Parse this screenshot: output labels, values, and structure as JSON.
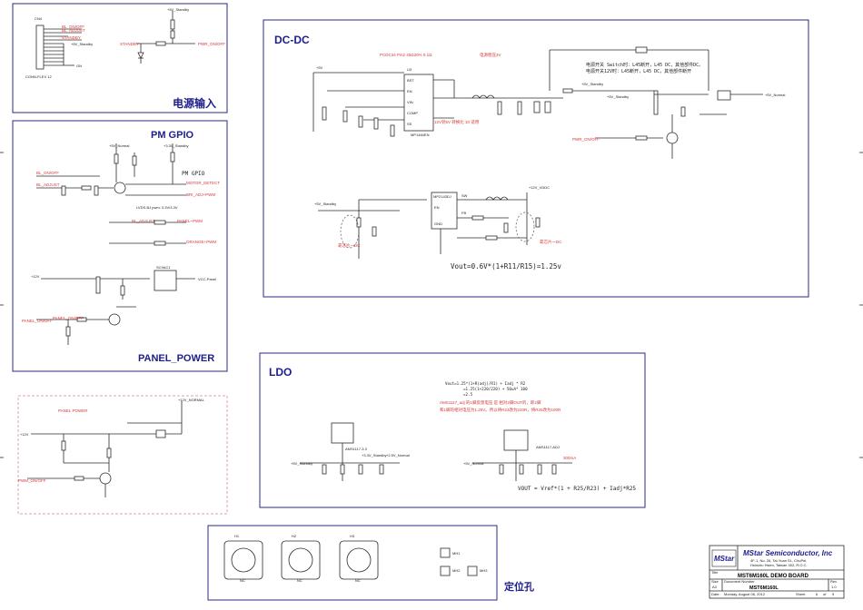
{
  "blocks": {
    "power_input": {
      "title": "电源输入",
      "connector_label": "CN4",
      "connector_part": "CONN-FLEX 12",
      "nets": [
        "BL_ON/OFF",
        "BL_ADJUST",
        "+5V_Standby",
        "STANDBY",
        "GN"
      ],
      "pwr_on_label": "PWR_ON/OFF"
    },
    "pm_gpio": {
      "title": "PM GPIO",
      "subtitle": "PM GPIO",
      "nets": [
        "BL_ON/OFF",
        "BL_ADJUST",
        "BL_ADJUST",
        "MOTOR_DETECT",
        "BRI_ADJ+PWM",
        "PANEL+PWM",
        "ORANGE+PWM"
      ],
      "note": "LVDS-BJ pwm: 3.3V/3.3V"
    },
    "panel_power": {
      "title": "PANEL_POWER",
      "vcc_panel": "VCC-Panel",
      "nets": [
        "+12V",
        "PANEL_ON/OFF",
        "PANEL_ON/OFF"
      ]
    },
    "panel_power_alt": {
      "title": "PANEL POWER",
      "nets": [
        "+12V",
        "+12V_NORMAL",
        "PWM_ON/OFF"
      ]
    },
    "dcdc": {
      "title": "DC-DC",
      "chip1": "MP1484EN",
      "chip2": "MP2143DJ",
      "red_note_1": "PCDC34 Pin2 45Ω20% 0.1Ω",
      "red_note_2": "电源稳压3V",
      "red_note_3": "12V到5V 转换比 10 适用",
      "note_standby_1": "电源开关 Switch时：L45断开，L45 DC，其他部件DC。",
      "note_standby_2": "电源开关12V时：L45断开，L45 DC，其他部件断开",
      "vout_formula": "Vout=0.6V*(1+R11/R15)=1.25v",
      "labels": [
        "+5V",
        "+5V_Standby",
        "+12V_VDDC",
        "+5V_Normal",
        "PWR_ON/OFF",
        "SW",
        "FB",
        "EN",
        "VIN",
        "GND",
        "BST",
        "COMP",
        "SS"
      ],
      "red_labels": [
        "靠芯片一DC",
        "靠芯片一DC"
      ]
    },
    "ldo": {
      "title": "LDO",
      "formula_top": "Vout=1.25*(1+R(adj)/R1) + Iadj * R2",
      "formula_l2": "=1.25(1+220/220) + 50uA* 100",
      "formula_l3": "=2.5",
      "note_red_1": "AMS1117_adj 的1脚反馈电压 是 相对2脚OUT的，即2脚",
      "note_red_2": "和1脚的相对电压为1.25V。所以将R23改为220R，将R25改为100R",
      "current_label": "300mA",
      "vout_formula": "VOUT = Vref*(1 + R25/R23) + Iadj*R25",
      "chips": [
        "AMS1117-3.3",
        "AMS1117-ADJ"
      ],
      "nets": [
        "+5V_Standby",
        "+3.3V_Standby",
        "+2.5V_Normal",
        "+5V_Normal"
      ]
    },
    "mounting": {
      "title": "定位孔",
      "holes": [
        "H1",
        "H2",
        "H3"
      ],
      "small_holes": [
        "MH1",
        "MH2",
        "MH3"
      ],
      "nc": "NC"
    }
  },
  "title_block": {
    "company": "MStar Semiconductor, Inc",
    "address_1": "4F-1, No. 26, Tai-Yuan St., ChuPei,",
    "address_2": "Hsinchu Hsien, Taiwan 302, R.O.C.",
    "board_name": "MST6M160L DEMO BOARD",
    "title_label": "Title",
    "size_label": "Size",
    "size_value": "A3",
    "doc_label": "Document Number",
    "doc_value": "MST6M160L",
    "rev_label": "Rev",
    "rev_value": "1.0",
    "date_label": "Date:",
    "date_value": "Monday, August 06, 2012",
    "sheet_label": "Sheet",
    "sheet_value": "6",
    "of_label": "of",
    "of_value": "9",
    "logo": "MStar"
  },
  "colors": {
    "block_border": "#2a2a80",
    "title": "#1d1d8c",
    "wire": "#2b2b2b",
    "net_blue": "#1f3fa0",
    "net_red": "#d43a3a"
  }
}
